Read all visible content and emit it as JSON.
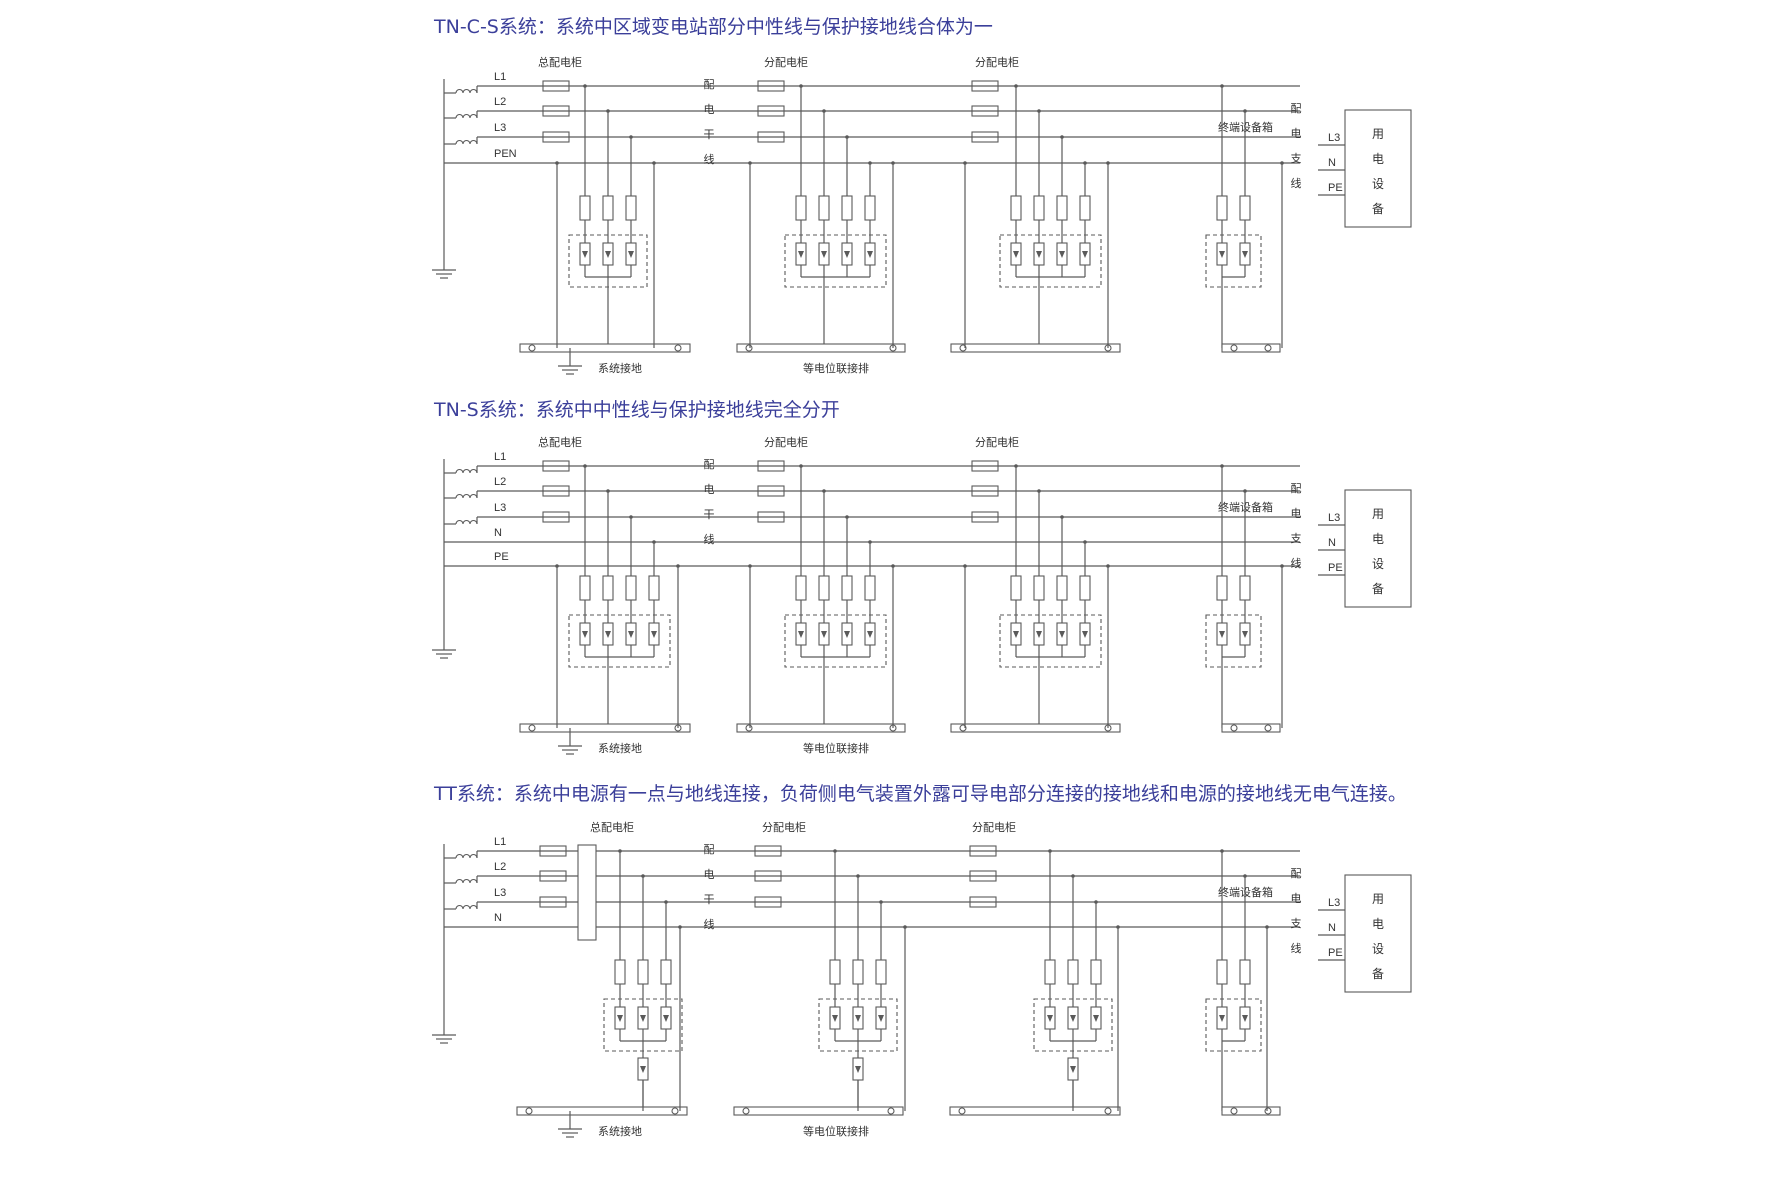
{
  "colors": {
    "title": "#3b3f9a",
    "line": "#5a5a5a",
    "text": "#333333"
  },
  "labels": {
    "main_cabinet": "总配电柜",
    "dist_cabinet": "分配电柜",
    "terminal_box": "终端设备箱",
    "system_ground": "系统接地",
    "equipotential_bar": "等电位联接排",
    "trunk_chars": [
      "配",
      "电",
      "干",
      "线"
    ],
    "branch_chars": [
      "配",
      "电",
      "支",
      "线"
    ],
    "equipment_chars": [
      "用",
      "电",
      "设",
      "备"
    ],
    "equipment_terminals": [
      "L3",
      "N",
      "PE"
    ]
  },
  "diagrams": [
    {
      "title": "TN-C-S系统：系统中区域变电站部分中性线与保护接地线合体为一",
      "lines": [
        "L1",
        "L2",
        "L3",
        "PEN"
      ]
    },
    {
      "title": "TN-S系统：系统中中性线与保护接地线完全分开",
      "lines": [
        "L1",
        "L2",
        "L3",
        "N",
        "PE"
      ]
    },
    {
      "title": "TT系统：系统中电源有一点与地线连接，负荷侧电气装置外露可导电部分连接的接地线和电源的接地线无电气连接。",
      "lines": [
        "L1",
        "L2",
        "L3",
        "N"
      ]
    }
  ]
}
